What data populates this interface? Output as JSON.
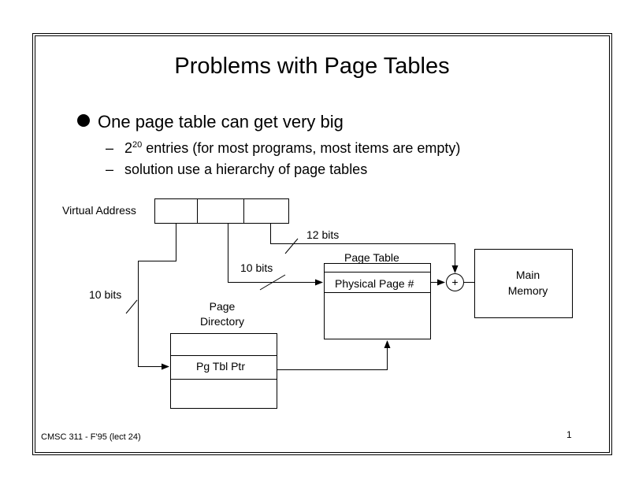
{
  "slide": {
    "title": "Problems with Page Tables",
    "bullet": "One page table can get very big",
    "sub1_prefix": "2",
    "sub1_sup": "20",
    "sub1_rest": " entries (for most programs, most items are empty)",
    "sub2": "solution use a hierarchy of page tables",
    "dash": "–"
  },
  "diagram": {
    "virtual_address": "Virtual Address",
    "bits12": "12 bits",
    "page_table_title": "Page Table",
    "bits10_upper": "10 bits",
    "physical_page": "Physical Page #",
    "plus": "+",
    "main_memory_line1": "Main",
    "main_memory_line2": "Memory",
    "bits10_left": "10 bits",
    "page_directory_line1": "Page",
    "page_directory_line2": "Directory",
    "pg_tbl_ptr": "Pg Tbl Ptr"
  },
  "footer": {
    "course": "CMSC 311 - F'95 (lect 24)",
    "page": "1"
  }
}
